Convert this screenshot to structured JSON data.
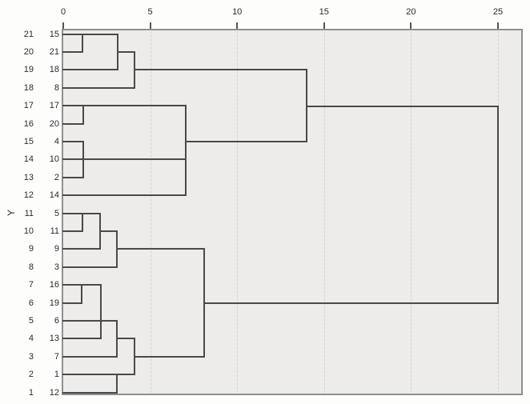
{
  "chart_data": {
    "type": "dendrogram",
    "orientation": "horizontal",
    "y_axis_label": "Y",
    "x_axis": {
      "ticks": [
        0,
        5,
        10,
        15,
        20,
        25
      ],
      "range": [
        0,
        26.4
      ],
      "gridlines_dashed": [
        5,
        10,
        15,
        20,
        25
      ]
    },
    "rows": [
      {
        "num": "21",
        "leaf": "15"
      },
      {
        "num": "20",
        "leaf": "21"
      },
      {
        "num": "19",
        "leaf": "18"
      },
      {
        "num": "18",
        "leaf": "8"
      },
      {
        "num": "17",
        "leaf": "17"
      },
      {
        "num": "16",
        "leaf": "20"
      },
      {
        "num": "15",
        "leaf": "4"
      },
      {
        "num": "14",
        "leaf": "10"
      },
      {
        "num": "13",
        "leaf": "2"
      },
      {
        "num": "12",
        "leaf": "14"
      },
      {
        "num": "11",
        "leaf": "5"
      },
      {
        "num": "10",
        "leaf": "11"
      },
      {
        "num": "9",
        "leaf": "9"
      },
      {
        "num": "8",
        "leaf": "3"
      },
      {
        "num": "7",
        "leaf": "16"
      },
      {
        "num": "6",
        "leaf": "19"
      },
      {
        "num": "5",
        "leaf": "6"
      },
      {
        "num": "4",
        "leaf": "13"
      },
      {
        "num": "3",
        "leaf": "7"
      },
      {
        "num": "2",
        "leaf": "1"
      },
      {
        "num": "1",
        "leaf": "12"
      }
    ],
    "merges": [
      {
        "join": [
          "15",
          "21"
        ],
        "distance": 1.1
      },
      {
        "join": [
          "{15,21}",
          "18"
        ],
        "distance": 3.15
      },
      {
        "join": [
          "{15,21,18}",
          "8"
        ],
        "distance": 4.1
      },
      {
        "join": [
          "17",
          "20"
        ],
        "distance": 1.15
      },
      {
        "join": [
          "4",
          "10",
          "2"
        ],
        "distance": 1.15
      },
      {
        "join": [
          "{17,20}",
          "{4,10,2}",
          "14"
        ],
        "distance": 7.05
      },
      {
        "join": [
          "{15,21,18,8}",
          "{17,20,4,10,2,14}"
        ],
        "distance": 14.0
      },
      {
        "join": [
          "5",
          "11"
        ],
        "distance": 1.1
      },
      {
        "join": [
          "{5,11}",
          "9"
        ],
        "distance": 2.1
      },
      {
        "join": [
          "{5,11,9}",
          "3"
        ],
        "distance": 3.1
      },
      {
        "join": [
          "16",
          "19"
        ],
        "distance": 1.05
      },
      {
        "join": [
          "{16,19}",
          "6",
          "13"
        ],
        "distance": 2.15
      },
      {
        "join": [
          "{16,19,6,13}",
          "7"
        ],
        "distance": 3.1
      },
      {
        "join": [
          "1",
          "12"
        ],
        "distance": 3.1
      },
      {
        "join": [
          "{16,19,6,13,7}",
          "{1,12}"
        ],
        "distance": 4.1
      },
      {
        "join": [
          "{5,11,9,3}",
          "{16,19,6,13,7,1,12}"
        ],
        "distance": 8.1
      },
      {
        "join": [
          "top cluster",
          "bottom cluster"
        ],
        "distance": 25.0
      }
    ],
    "h_segments": [
      {
        "row": 1,
        "from": 0,
        "to": 3.15
      },
      {
        "row": 2,
        "from": 0,
        "to": 1.1
      },
      {
        "row": 2,
        "from": 3.15,
        "to": 4.1
      },
      {
        "row": 3,
        "from": 0,
        "to": 3.15
      },
      {
        "row": 3,
        "from": 4.1,
        "to": 14.0
      },
      {
        "row": 4,
        "from": 0,
        "to": 4.1
      },
      {
        "row": 5,
        "from": 0,
        "to": 7.05
      },
      {
        "row": 6,
        "from": 0,
        "to": 1.15
      },
      {
        "row": 7,
        "from": 0,
        "to": 1.15
      },
      {
        "row": 7,
        "from": 7.05,
        "to": 14.0
      },
      {
        "row": 8,
        "from": 0,
        "to": 7.05
      },
      {
        "row": 9,
        "from": 0,
        "to": 1.15
      },
      {
        "row": 10,
        "from": 0,
        "to": 7.05
      },
      {
        "row": 5.03,
        "from": 14.0,
        "to": 25.0
      },
      {
        "row": 11,
        "from": 0,
        "to": 2.1
      },
      {
        "row": 12,
        "from": 0,
        "to": 1.1
      },
      {
        "row": 12,
        "from": 2.1,
        "to": 3.1
      },
      {
        "row": 13,
        "from": 0,
        "to": 2.1
      },
      {
        "row": 13,
        "from": 3.1,
        "to": 8.1
      },
      {
        "row": 14,
        "from": 0,
        "to": 3.1
      },
      {
        "row": 15,
        "from": 0,
        "to": 2.15
      },
      {
        "row": 16,
        "from": 0,
        "to": 1.05
      },
      {
        "row": 16,
        "from": 8.1,
        "to": 25.0
      },
      {
        "row": 17,
        "from": 0,
        "to": 3.1
      },
      {
        "row": 18,
        "from": 0,
        "to": 2.15
      },
      {
        "row": 18,
        "from": 3.1,
        "to": 4.1
      },
      {
        "row": 19,
        "from": 0,
        "to": 3.1
      },
      {
        "row": 19,
        "from": 4.1,
        "to": 8.1
      },
      {
        "row": 20,
        "from": 0,
        "to": 4.1
      },
      {
        "row": 21,
        "from": 0,
        "to": 3.1
      }
    ],
    "v_segments": [
      {
        "v": 1.1,
        "from": 1,
        "to": 2
      },
      {
        "v": 3.15,
        "from": 1,
        "to": 3
      },
      {
        "v": 4.1,
        "from": 2,
        "to": 4
      },
      {
        "v": 1.15,
        "from": 5,
        "to": 6
      },
      {
        "v": 1.15,
        "from": 7,
        "to": 9
      },
      {
        "v": 7.05,
        "from": 5,
        "to": 10
      },
      {
        "v": 14.0,
        "from": 3,
        "to": 7
      },
      {
        "v": 25.0,
        "from": 5.03,
        "to": 16
      },
      {
        "v": 1.1,
        "from": 11,
        "to": 12
      },
      {
        "v": 2.1,
        "from": 11,
        "to": 13
      },
      {
        "v": 3.1,
        "from": 12,
        "to": 14
      },
      {
        "v": 1.05,
        "from": 15,
        "to": 16
      },
      {
        "v": 2.15,
        "from": 15,
        "to": 18
      },
      {
        "v": 3.1,
        "from": 17,
        "to": 19
      },
      {
        "v": 3.1,
        "from": 20,
        "to": 21
      },
      {
        "v": 4.1,
        "from": 18,
        "to": 20
      },
      {
        "v": 8.1,
        "from": 13,
        "to": 19
      }
    ],
    "colors": {
      "line": "#4a4a4a",
      "frame_border": "#909090",
      "plot_background": "#edeceb",
      "grid": "#d5d3d0",
      "text": "#2a2a2a",
      "page_background": "#fdfdfc"
    }
  }
}
